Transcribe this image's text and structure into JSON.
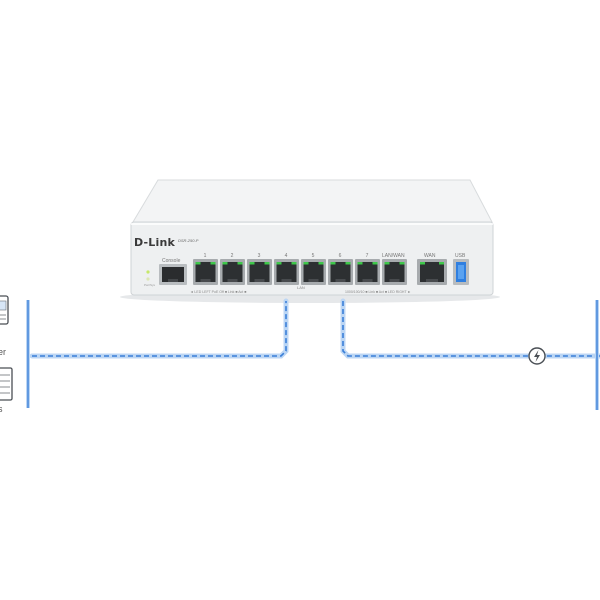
{
  "device": {
    "brand": "D-Link",
    "model": "DSR-250-P",
    "console_label": "Console",
    "port_numbers": [
      "1",
      "2",
      "3",
      "4",
      "5",
      "6",
      "7"
    ],
    "lanwan_label": "LAN/WAN",
    "wan_label": "WAN",
    "usb_label": "USB",
    "lan_label": "LAN",
    "led_legend_left": "◄ LED LEFT  PoE  Off ■  Link ■  Act ■",
    "led_legend_right": "1000/100/10 ■  Link ■  Act ■  LED RIGHT ►",
    "power_label": "Pwr/Sys"
  },
  "left_devices": {
    "label_top": "er",
    "label_bottom": "s"
  },
  "colors": {
    "cable": "#3a7fd8",
    "cable_glow": "#bcd6f4",
    "chassis": "#eef0f1",
    "port_led": "#3ec84a",
    "usb_blue": "#2f7fe0"
  },
  "icons": {
    "connector": "power-bolt-icon"
  }
}
